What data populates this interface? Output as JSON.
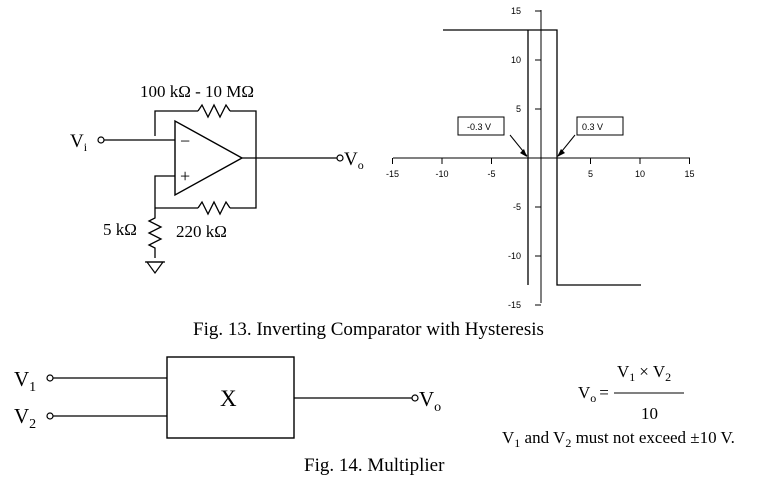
{
  "fig13": {
    "caption": "Fig. 13. Inverting Comparator with Hysteresis",
    "circuit": {
      "feedback_resistor": "100 kΩ - 10 MΩ",
      "input_label": "V",
      "input_sub": "i",
      "output_label": "V",
      "output_sub": "o",
      "ground_resistor": "5 kΩ",
      "hysteresis_resistor": "220 kΩ",
      "minus_sign": "−",
      "plus_sign": "+"
    },
    "graph": {
      "x_ticks": [
        "-15",
        "-10",
        "-5",
        "5",
        "10",
        "15"
      ],
      "y_ticks": [
        "15",
        "10",
        "5",
        "-5",
        "-10",
        "-15"
      ],
      "label_left": "-0.3 V",
      "label_right": "0.3 V"
    }
  },
  "fig14": {
    "caption": "Fig. 14. Multiplier",
    "block_symbol": "X",
    "input1": "V",
    "input1_sub": "1",
    "input2": "V",
    "input2_sub": "2",
    "output": "V",
    "output_sub": "o",
    "formula_lhs": "V",
    "formula_lhs_sub": "o",
    "formula_eq": "=",
    "formula_num_a": "V",
    "formula_num_a_sub": "1",
    "formula_times": "×",
    "formula_num_b": "V",
    "formula_num_b_sub": "2",
    "formula_den": "10",
    "note_a": "V",
    "note_a_sub": "1",
    "note_and": " and ",
    "note_b": "V",
    "note_b_sub": "2",
    "note_rest": " must not exceed ±10 V."
  }
}
